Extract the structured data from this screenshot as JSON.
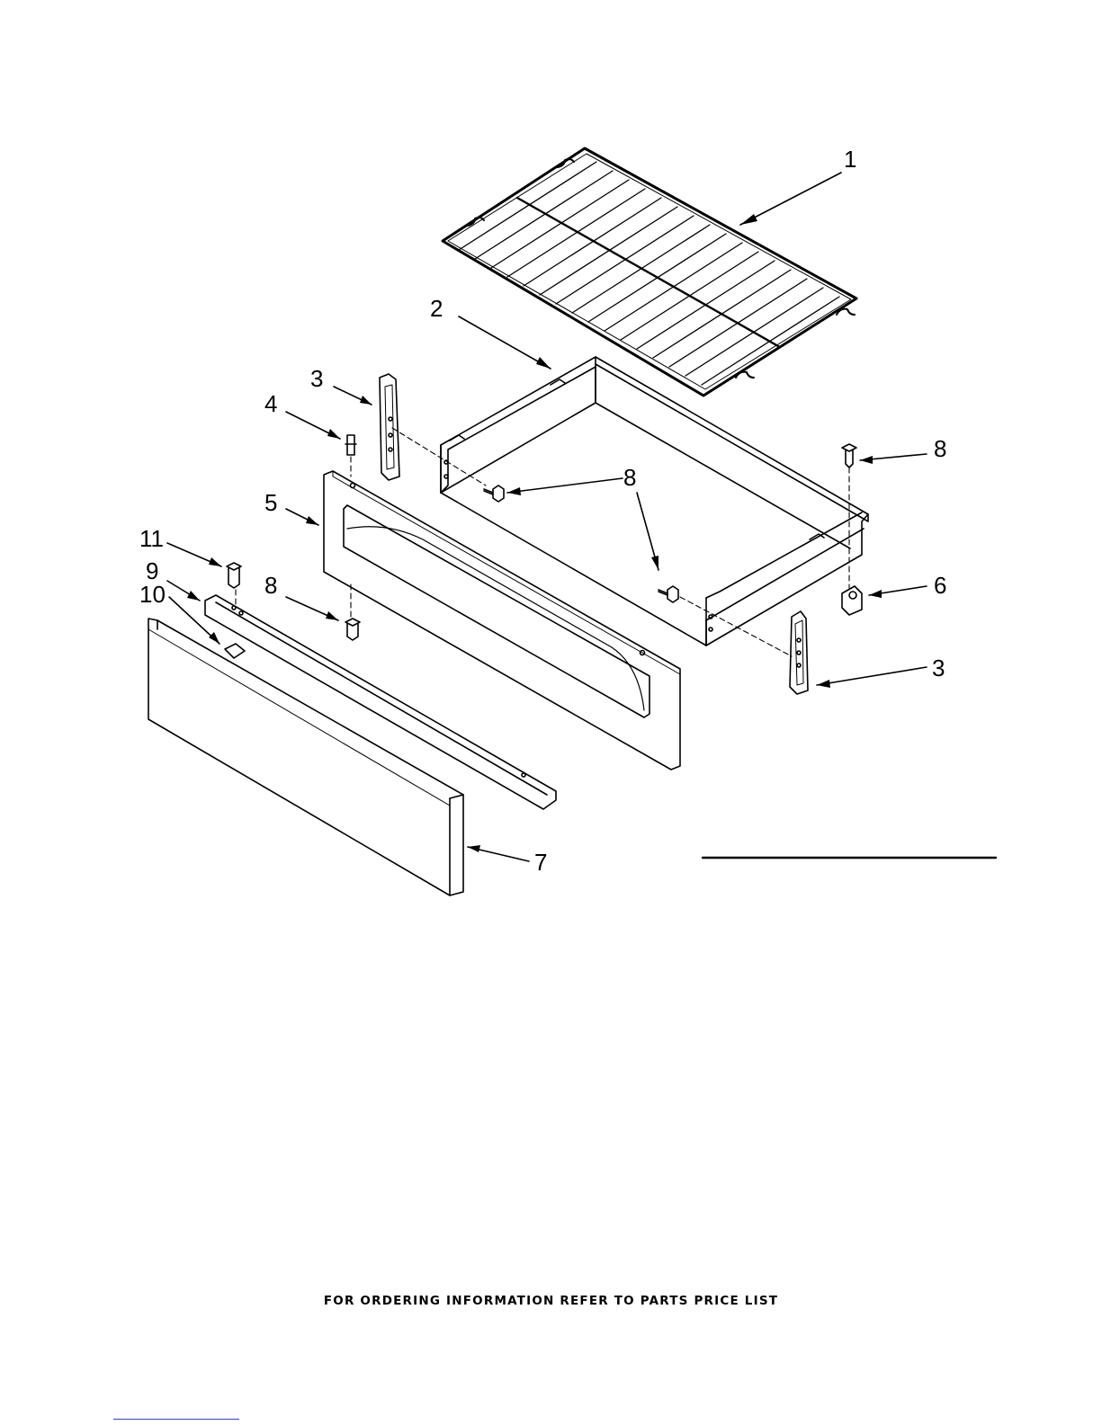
{
  "footer_text": "FOR ORDERING INFORMATION REFER TO PARTS PRICE LIST",
  "callouts": {
    "rack": "1",
    "drawer": "2",
    "slide_left": "3",
    "slide_right": "3",
    "stud": "4",
    "panel": "5",
    "clip": "6",
    "front": "7",
    "screw_top_right": "8",
    "screw_left": "8",
    "screw_lower": "8",
    "screw_panel": "8",
    "trim": "9",
    "bumper": "10",
    "screw_trim": "11"
  },
  "colors": {
    "line": "#000000",
    "background": "#ffffff",
    "link": "#2f3fd0"
  }
}
